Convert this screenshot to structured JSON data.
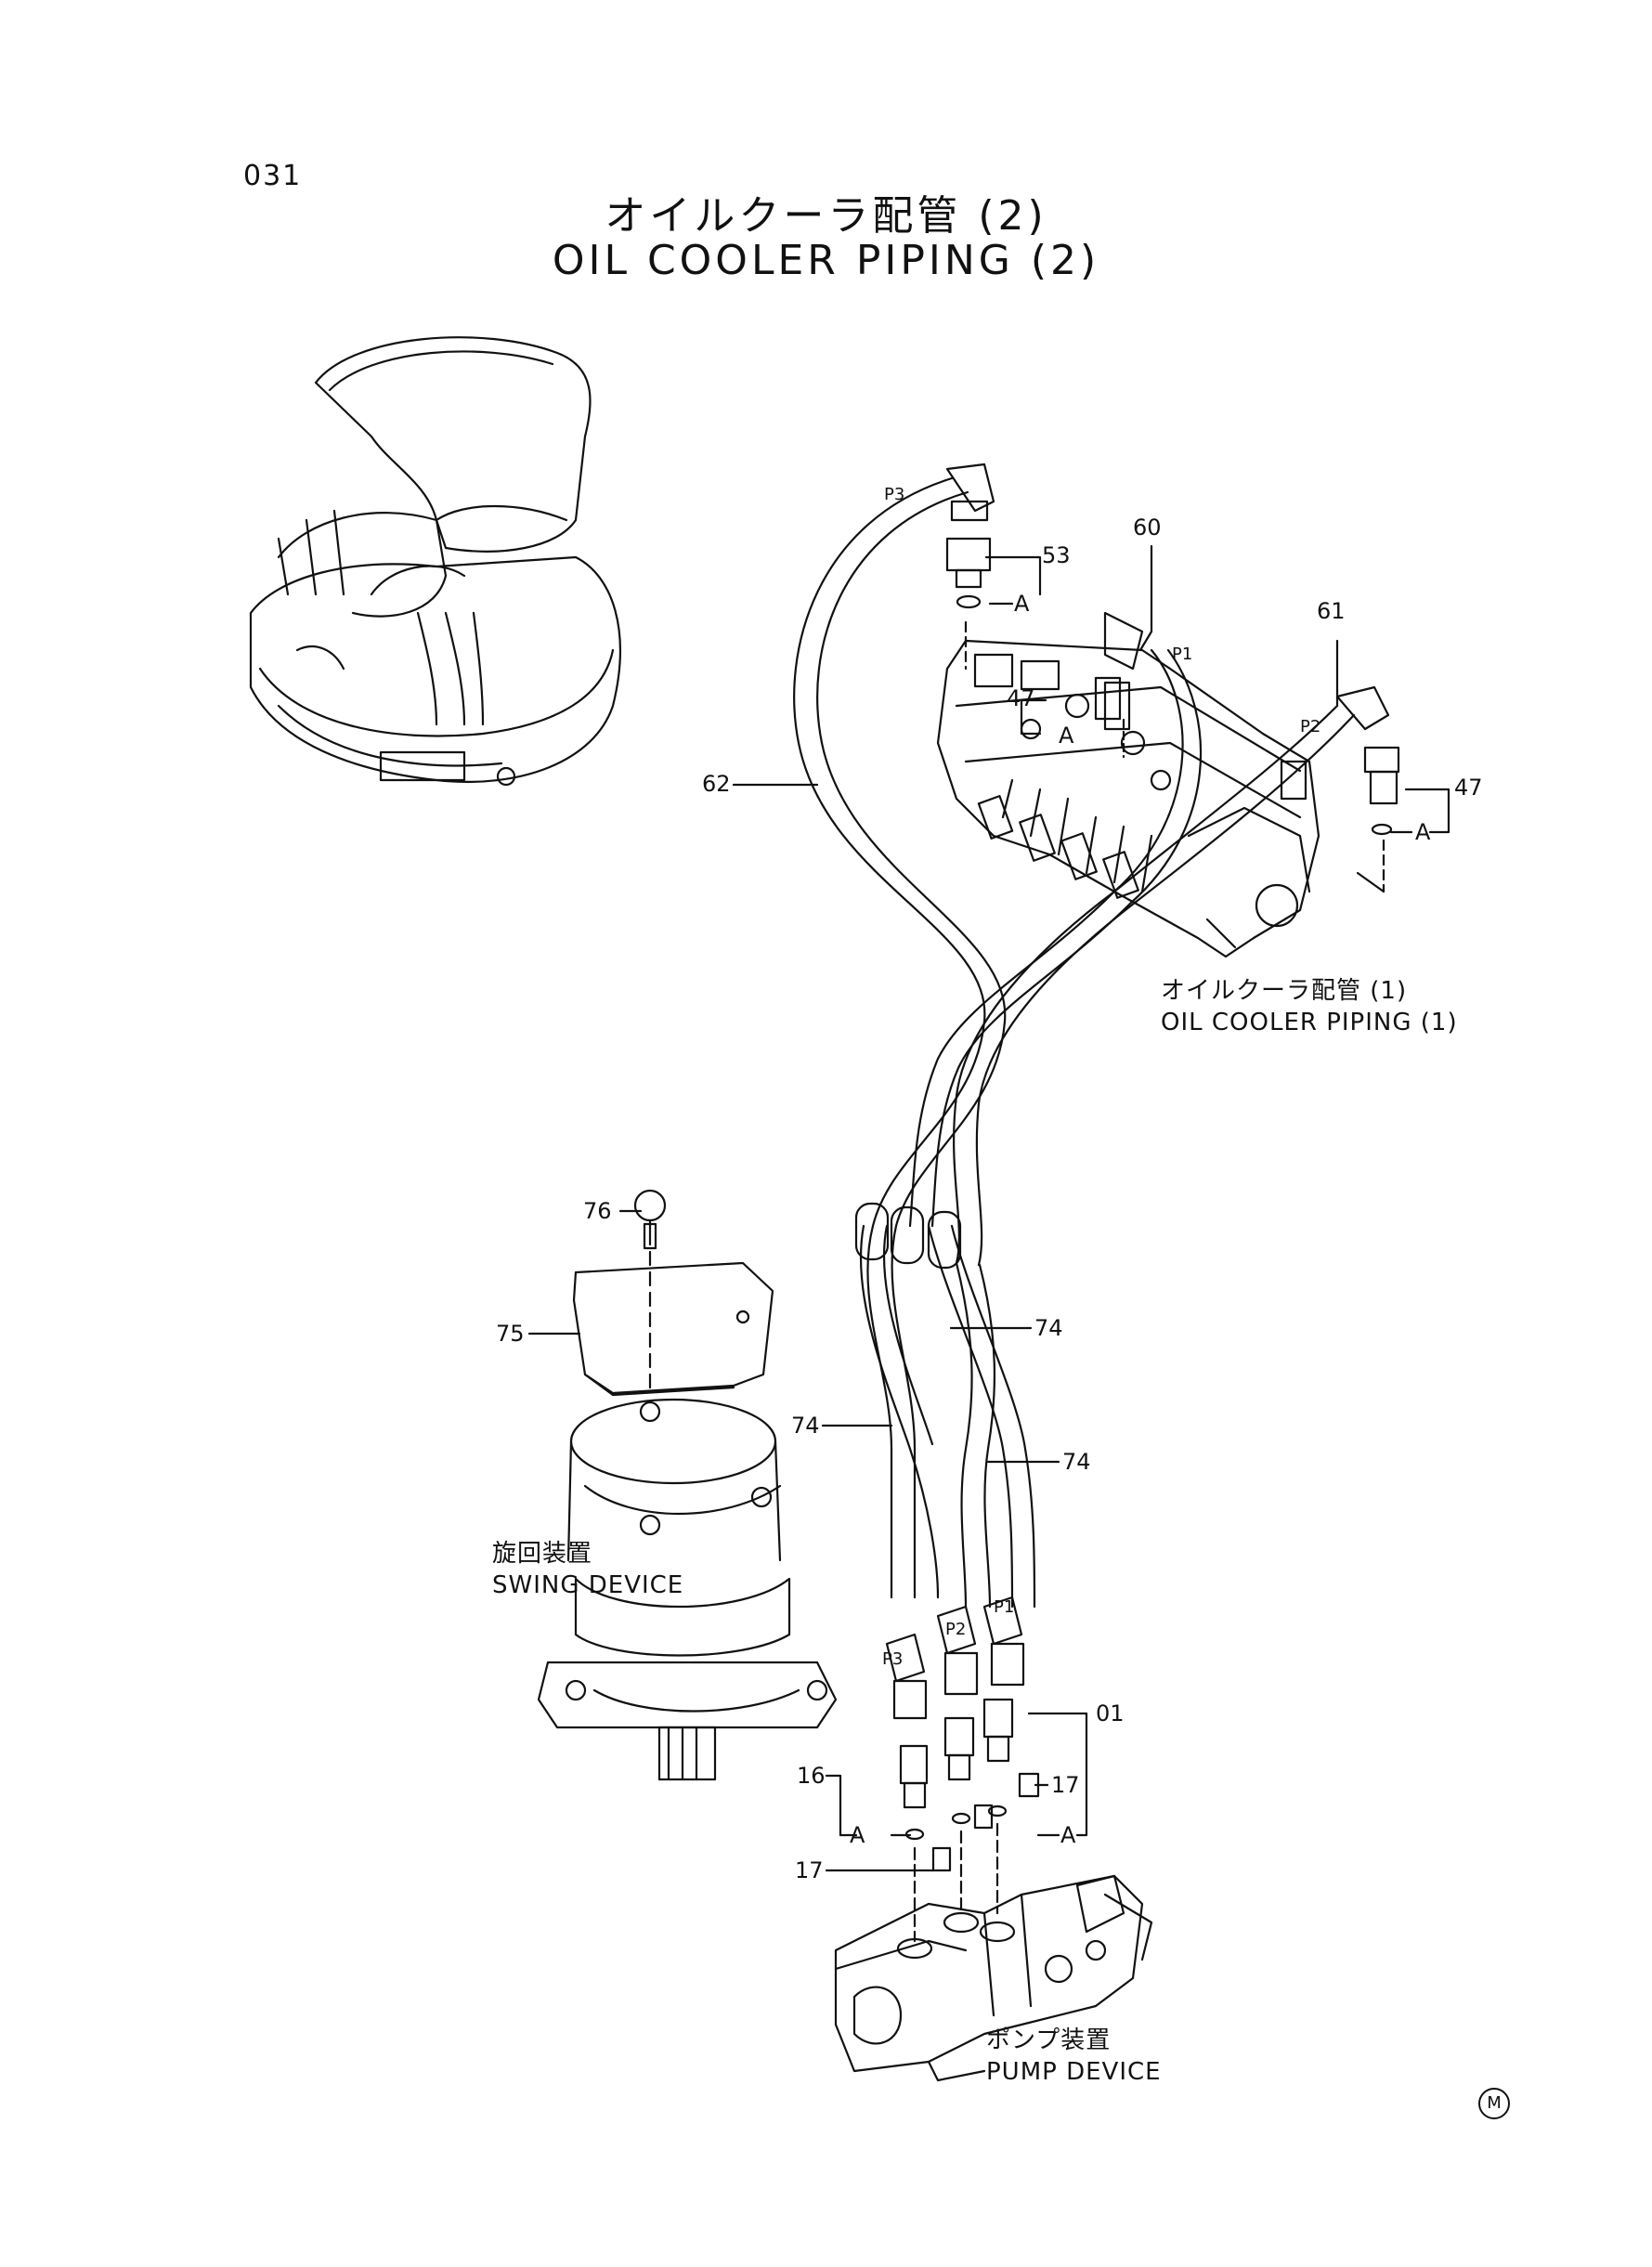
{
  "header": {
    "page_number": "031",
    "title_jp": "オイルクーラ配管 (2)",
    "title_en": "OIL COOLER PIPING (2)"
  },
  "notes": {
    "oil_cooler_1_jp": "オイルクーラ配管 (1)",
    "oil_cooler_1_en": "OIL COOLER PIPING (1)",
    "swing_jp": "旋回装置",
    "swing_en": "SWING DEVICE",
    "pump_jp": "ポンプ装置",
    "pump_en": "PUMP DEVICE"
  },
  "callouts": {
    "c53": "53",
    "c60": "60",
    "c61": "61",
    "c47_top": "47",
    "c47_right": "47",
    "c62": "62",
    "c76": "76",
    "c75": "75",
    "c74_a": "74",
    "c74_b": "74",
    "c74_c": "74",
    "c01": "01",
    "c16": "16",
    "c17_a": "17",
    "c17_b": "17"
  },
  "ports": {
    "p3_top": "P3",
    "p1_top": "P1",
    "p2_top": "P2",
    "p1_bottom": "P1",
    "p2_bottom": "P2",
    "p3_bottom": "P3"
  },
  "refs": {
    "a1": "A",
    "a2": "A",
    "a3": "A",
    "a4": "A",
    "a5": "A"
  },
  "footer": {
    "mark": "M"
  }
}
